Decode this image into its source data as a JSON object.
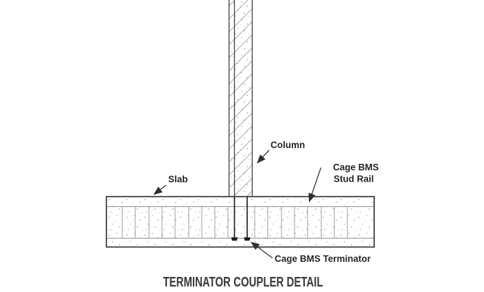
{
  "title": "TERMINATOR COUPLER DETAIL",
  "labels": {
    "column": "Column",
    "slab": "Slab",
    "stud_rail_line1": "Cage BMS",
    "stud_rail_line2": "Stud Rail",
    "terminator": "Cage BMS Terminator"
  },
  "colors": {
    "background": "#ffffff",
    "line_dark": "#3d3d3d",
    "line_light": "#9b9b9b",
    "text": "#262626",
    "title": "#383838"
  }
}
